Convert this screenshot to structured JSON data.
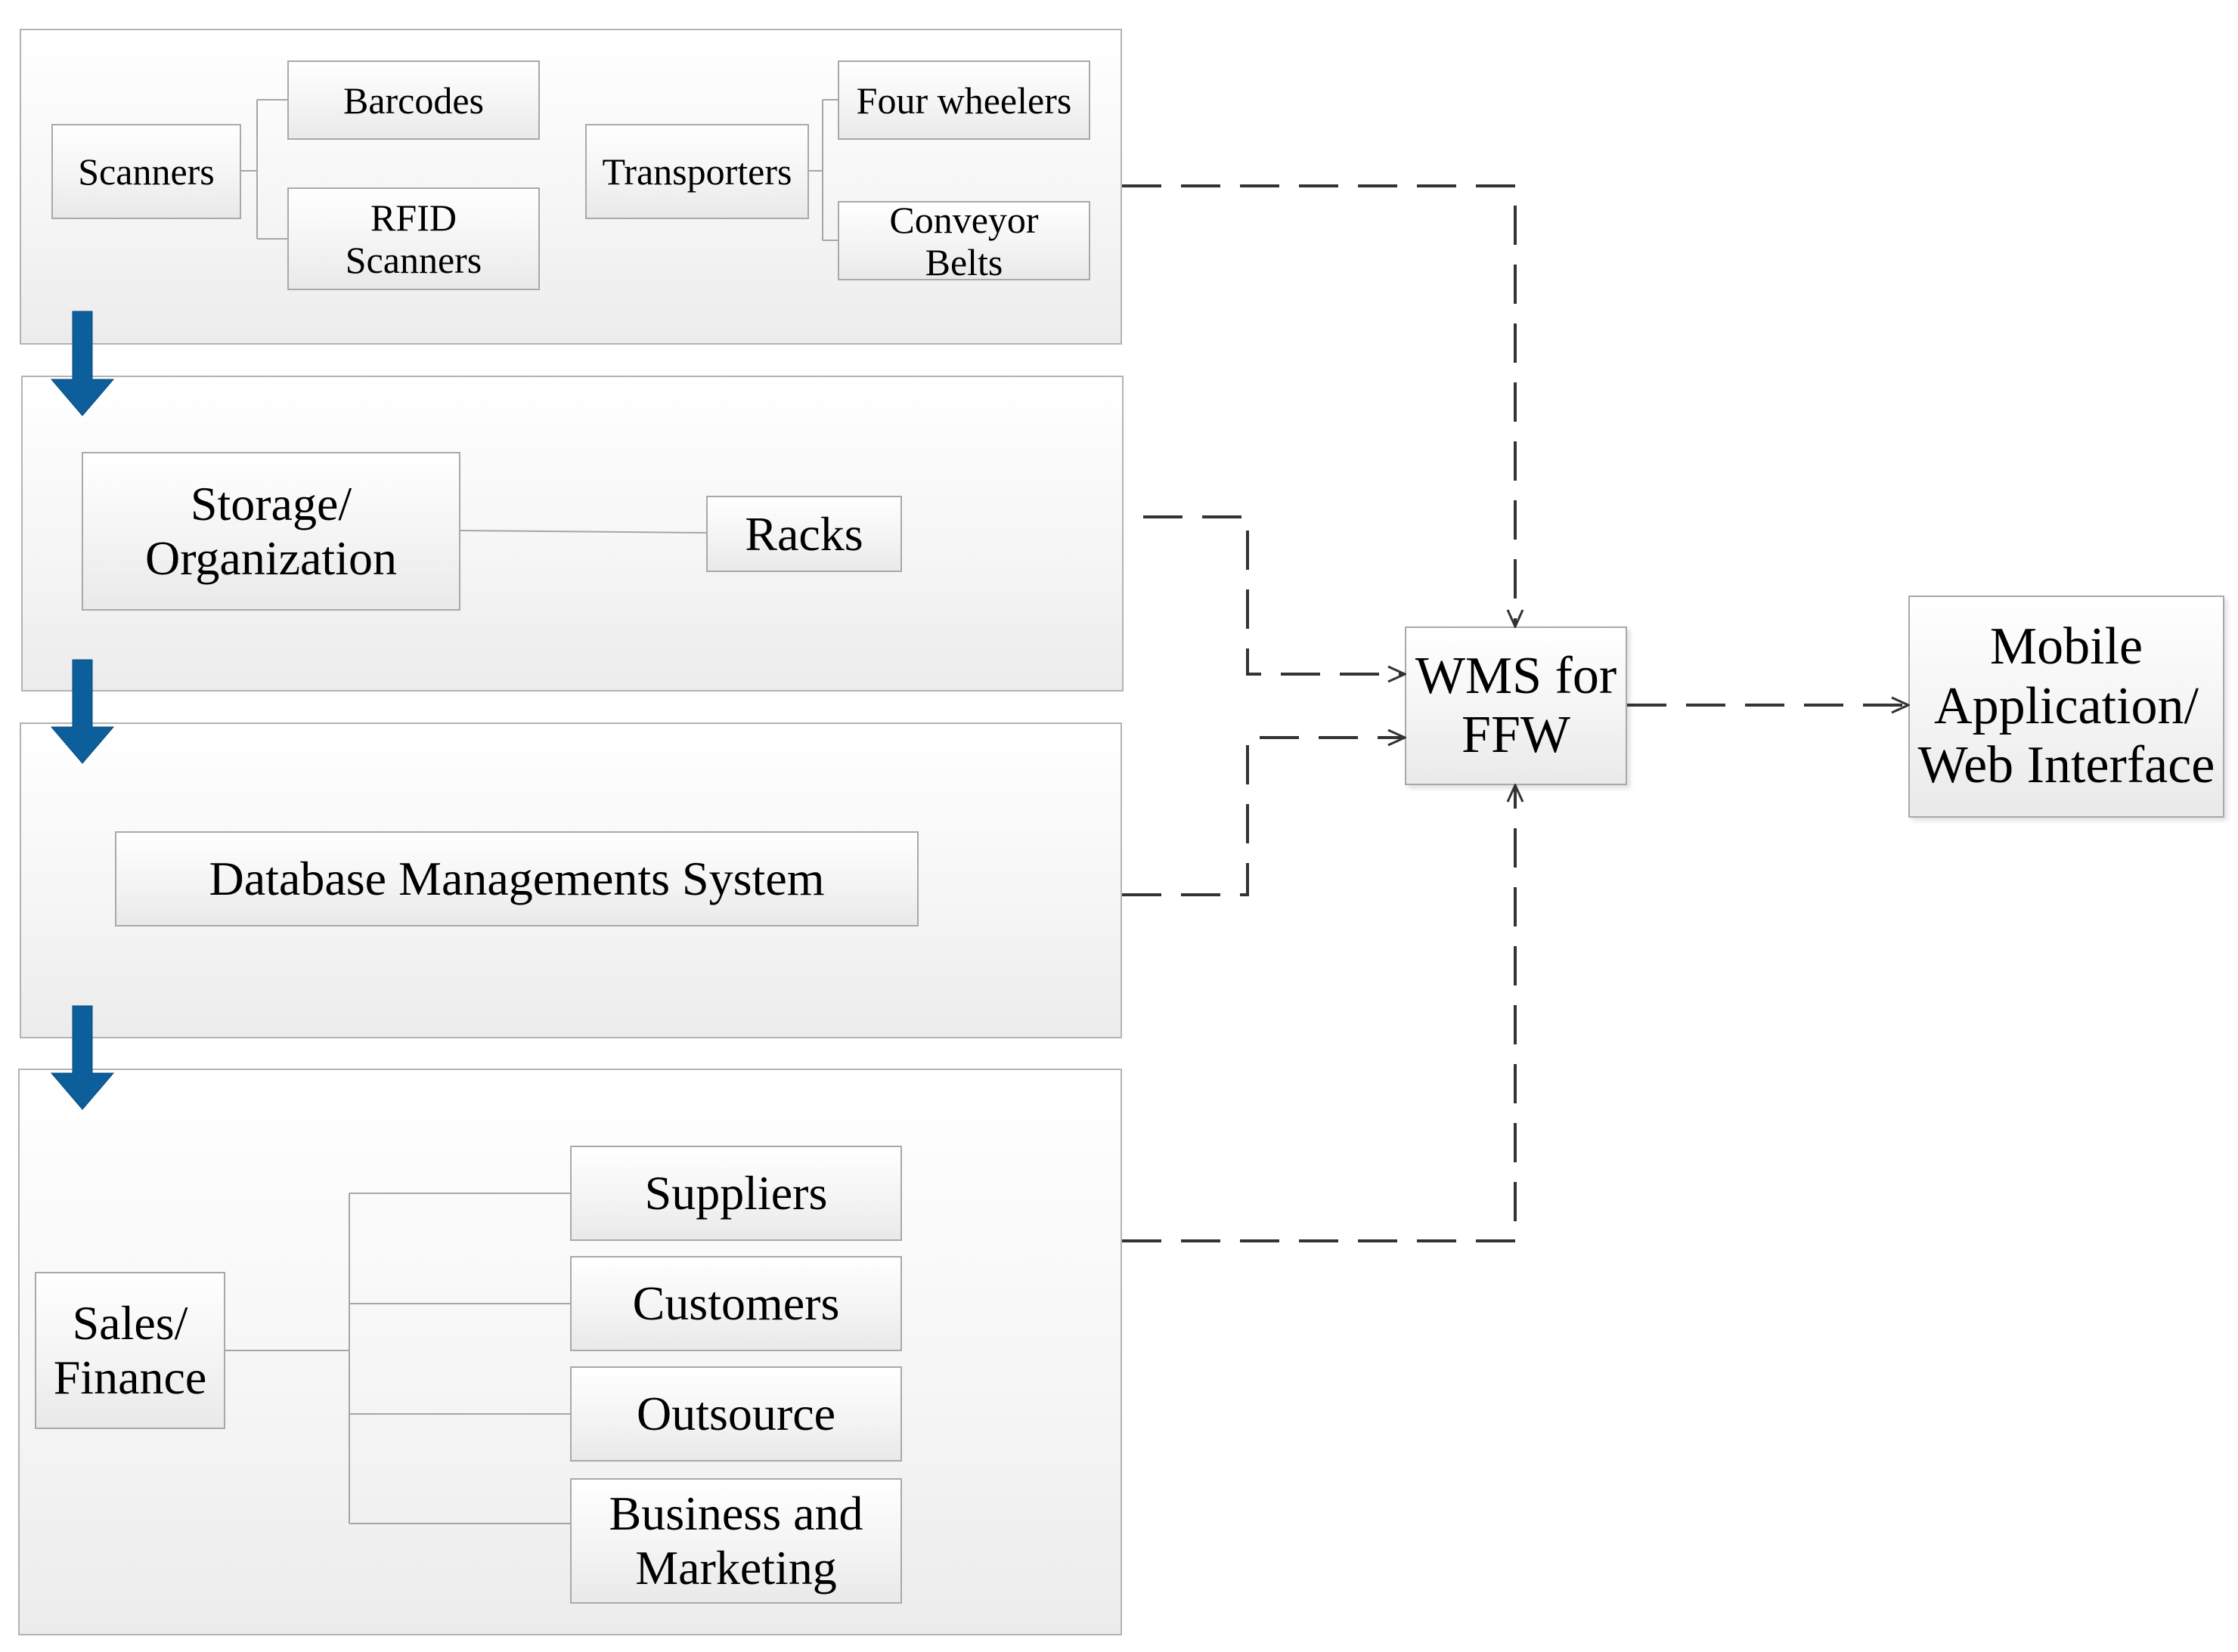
{
  "layers": {
    "equipment": {
      "scanners": {
        "label": "Scanners",
        "children": [
          "Barcodes",
          "RFID\nScanners"
        ]
      },
      "transporters": {
        "label": "Transporters",
        "children": [
          "Four wheelers",
          "Conveyor\nBelts"
        ]
      }
    },
    "storage": {
      "label": "Storage/\nOrganization",
      "child": "Racks"
    },
    "database": {
      "label": "Database Managements System"
    },
    "sales": {
      "label": "Sales/\nFinance",
      "children": [
        "Suppliers",
        "Customers",
        "Outsource",
        "Business and\nMarketing"
      ]
    }
  },
  "hub": {
    "label": "WMS for\nFFW"
  },
  "output": {
    "label": "Mobile\nApplication/\nWeb Interface"
  },
  "colors": {
    "flow_arrow": "#0d5f9c",
    "dashed_connector": "#333333",
    "tree_line": "#a6a6a6"
  }
}
